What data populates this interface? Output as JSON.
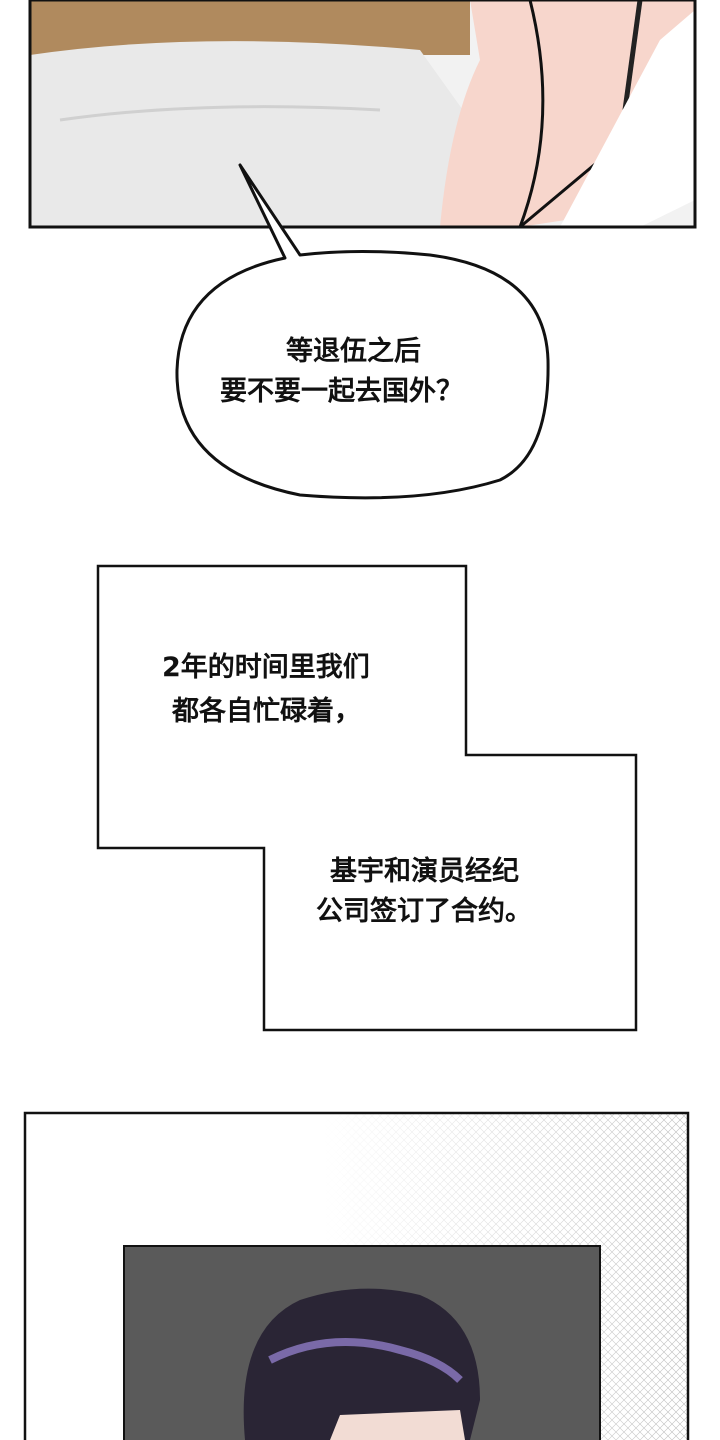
{
  "speech_bubble": {
    "lines": [
      "等退伍之后",
      "要不要一起去国外？"
    ]
  },
  "caption_box": {
    "upper_lines": [
      "2年的时间里我们",
      "都各自忙碌着，"
    ],
    "lower_lines": [
      "基宇和演员经纪",
      "公司签订了合约。"
    ]
  },
  "colors": {
    "wood": "#b08a5e",
    "pillow": "#e9e9e9",
    "skin": "#f7d6cc",
    "panel_dark": "#5a5a5a",
    "hair": "#2a2535"
  }
}
